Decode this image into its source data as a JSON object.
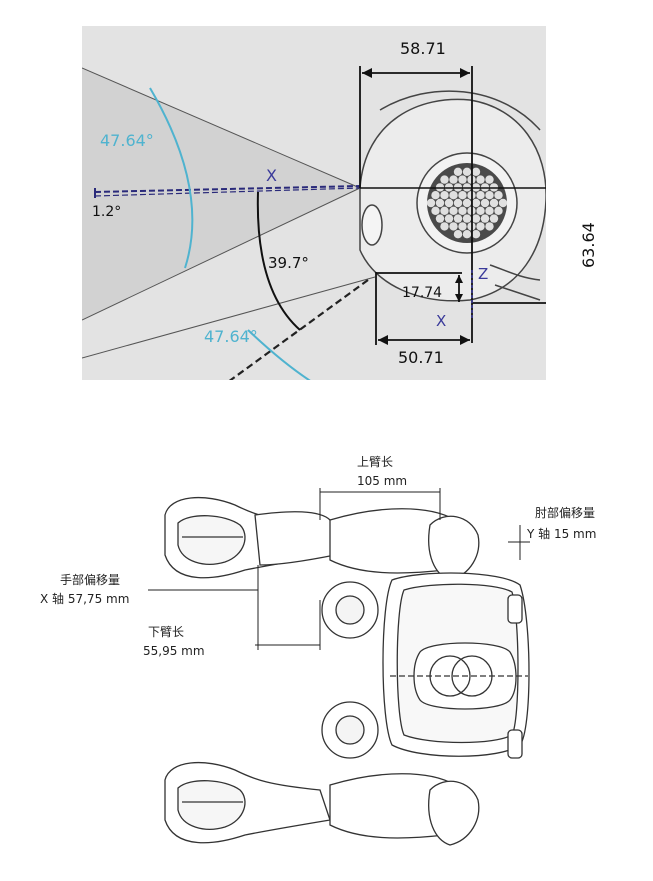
{
  "top_diagram": {
    "dim_top": "58.71",
    "angle_upper": "47.64°",
    "axis_x_top": "X",
    "angle_small": "1.2°",
    "angle_mid": "39.7°",
    "dim_right": "63.64",
    "axis_z": "Z",
    "dim_small": "17.74",
    "axis_x_bottom": "X",
    "angle_lower": "47.64°",
    "dim_bottom": "50.71",
    "colors": {
      "angle_arc": "#4fb3cf",
      "axis_label": "#3a3a9a",
      "dashed_axis": "#2a2a7a",
      "background": "#e3e3e3"
    }
  },
  "bottom_diagram": {
    "upper_arm_label": "上臂长",
    "upper_arm_value": "105 mm",
    "elbow_offset_label": "肘部偏移量",
    "elbow_offset_value": "Y 轴  15 mm",
    "hand_offset_label": "手部偏移量",
    "hand_offset_value": "X 轴  57,75 mm",
    "forearm_label": "下臂长",
    "forearm_value": "55,95 mm"
  }
}
